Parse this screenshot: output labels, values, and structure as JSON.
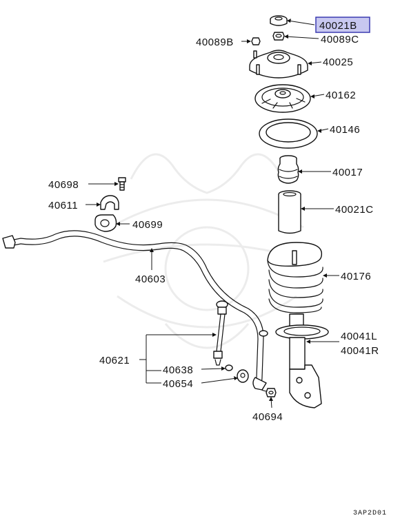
{
  "labels": {
    "p40021b": "40021B",
    "p40089b": "40089B",
    "p40089c": "40089C",
    "p40025": "40025",
    "p40162": "40162",
    "p40146": "40146",
    "p40017": "40017",
    "p40021c": "40021C",
    "p40176": "40176",
    "p40041l": "40041L",
    "p40041r": "40041R",
    "p40698": "40698",
    "p40611": "40611",
    "p40699": "40699",
    "p40603": "40603",
    "p40621": "40621",
    "p40638": "40638",
    "p40654": "40654",
    "p40694": "40694"
  },
  "diagram_code": "3AP2D01",
  "highlight_color": "#c8c8f0",
  "highlight_border": "#3a3ab0"
}
